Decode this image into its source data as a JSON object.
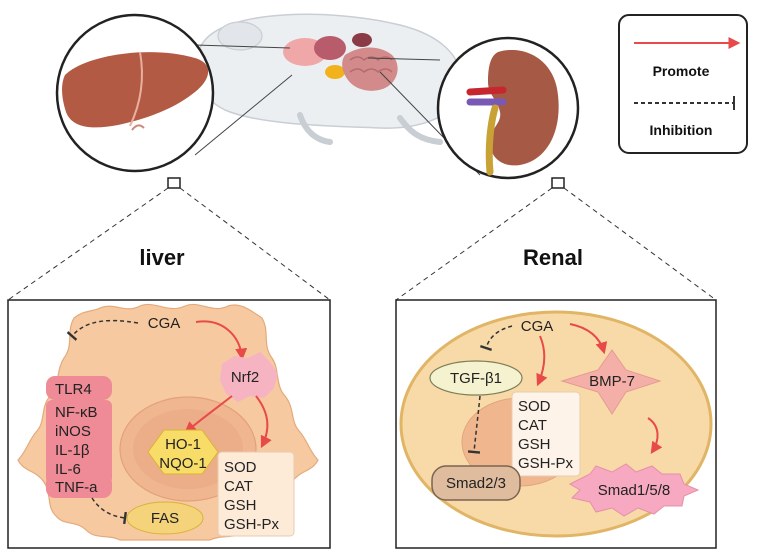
{
  "legend": {
    "promote": "Promote",
    "inhibition": "Inhibition"
  },
  "headings": {
    "liver": "liver",
    "renal": "Renal"
  },
  "liver_panel": {
    "cga": "CGA",
    "nrf2": "Nrf2",
    "inflammation": [
      "TLR4",
      "NF-κB",
      "iNOS",
      "IL-1β",
      "IL-6"
    ],
    "tnf": "TNF-a",
    "ho1": "HO-1",
    "nqo1": "NQO-1",
    "antioxidants": [
      "SOD",
      "CAT",
      "GSH",
      "GSH-Px"
    ],
    "fas": "FAS"
  },
  "renal_panel": {
    "cga": "CGA",
    "tgf": "TGF-β1",
    "bmp7": "BMP-7",
    "antioxidants": [
      "SOD",
      "CAT",
      "GSH",
      "GSH-Px"
    ],
    "smad23": "Smad2/3",
    "smad158": "Smad1/5/8"
  },
  "colors": {
    "promote": "#e84a4a",
    "inhibit": "#333333",
    "cell": "#f7c9a0",
    "liver_organ": "#b35a45",
    "kidney_organ": "#a65a45"
  }
}
